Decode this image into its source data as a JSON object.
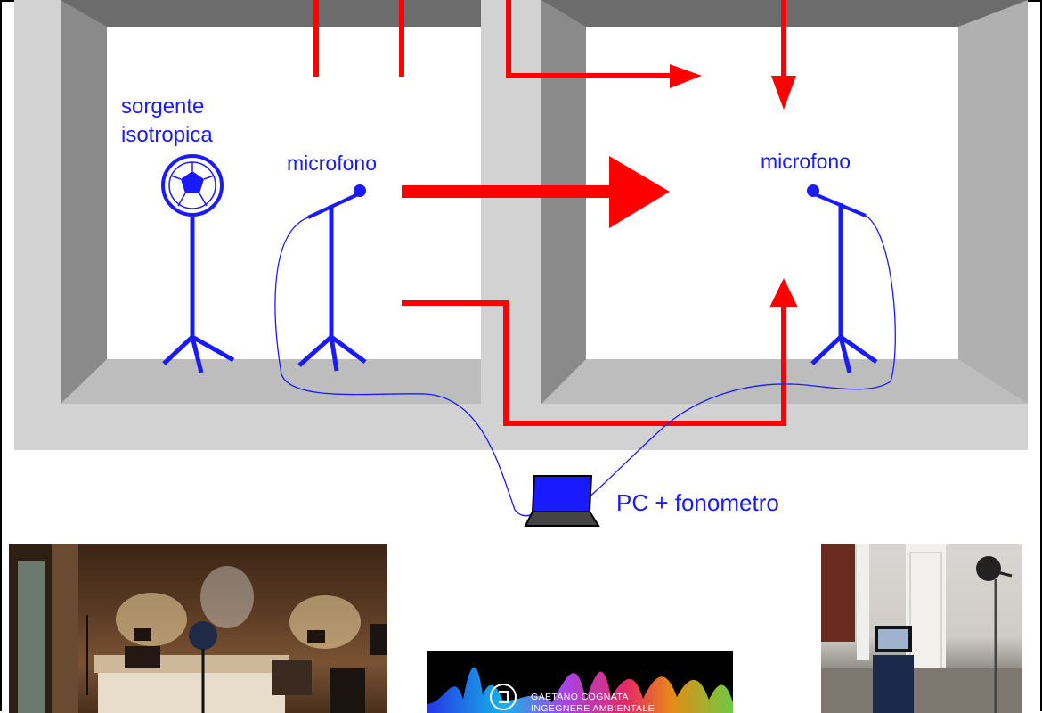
{
  "labels": {
    "source": "sorgente\nisotropica",
    "mic_left": "microfono",
    "mic_right": "microfono",
    "pc": "PC + fonometro"
  },
  "logo": {
    "line1": "GAETANO COGNATA",
    "line2": "INGEGNERE AMBIENTALE"
  },
  "colors": {
    "wall_light": "#d2d2d2",
    "wall_dark": "#7a7a7a",
    "arrow": "#ff0000",
    "equipment": "#1a1aff"
  },
  "icons": [
    "isotropic-source-icon",
    "microphone-stand-icon",
    "laptop-icon"
  ]
}
